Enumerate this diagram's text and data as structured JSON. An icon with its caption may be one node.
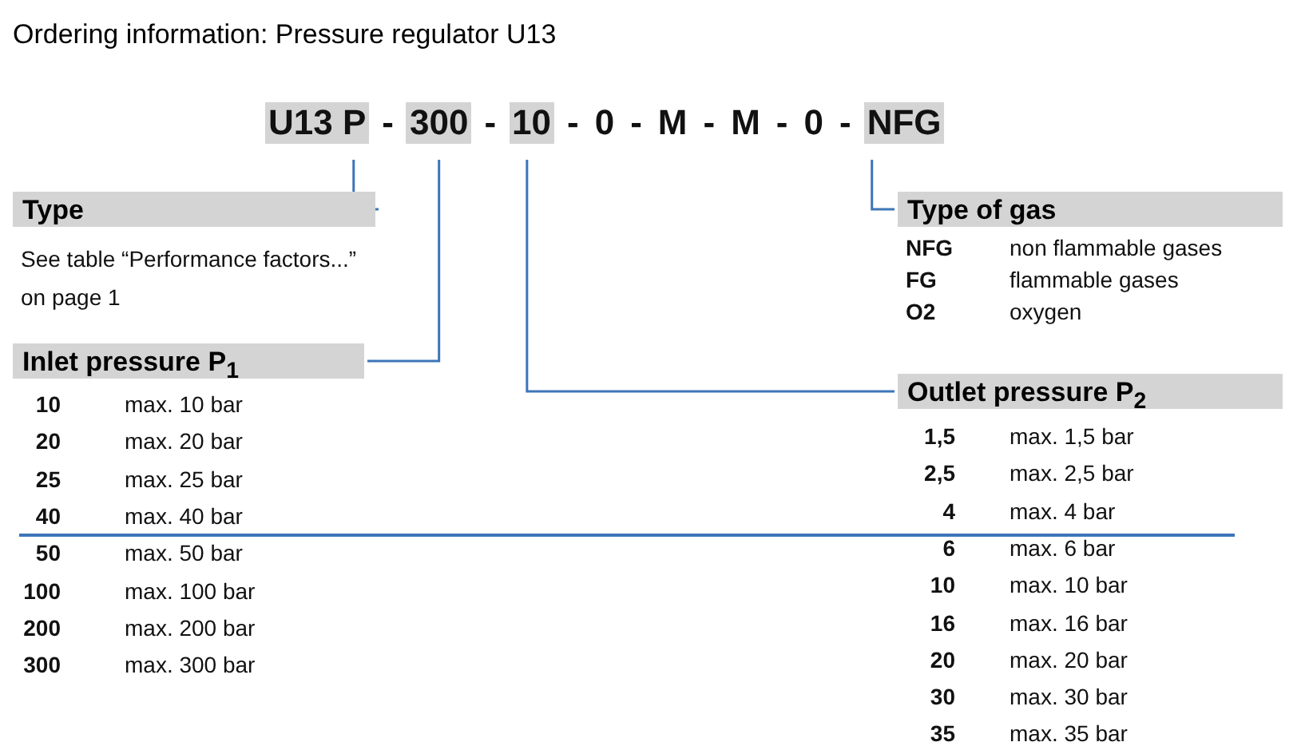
{
  "diagram": {
    "title": "Ordering information: Pressure regulator U13",
    "nodes": [
      {
        "text": [
          "U13 P"
        ]
      },
      {
        "text": [
          "300"
        ]
      },
      {
        "text": [
          "10"
        ]
      },
      {
        "text": [
          "NFG"
        ]
      },
      {
        "text": [
          "Type"
        ]
      },
      {
        "text": [
          "Type of gas"
        ]
      },
      {
        "text": [
          "Inlet pressure P$_{1}$"
        ]
      },
      {
        "text": [
          "Outlet pressure P$_{2}$"
        ]
      }
    ],
    "edges": [
      {
        "from": 0,
        "to": 4,
        "arrow": "none"
      },
      {
        "from": 1,
        "to": 6,
        "arrow": "none"
      },
      {
        "from": 2,
        "to": 7,
        "arrow": "none"
      },
      {
        "from": 3,
        "to": 5,
        "arrow": "none"
      }
    ],
    "labels": [
      "-",
      "-",
      "-",
      "0",
      "-",
      "M",
      "-",
      "M",
      "-",
      "0",
      "-",
      "See table “Performance factors...” on page 1",
      "NFG",
      "non flammable gases",
      "FG",
      "flammable  gases",
      "O2",
      "oxygen",
      "10",
      "max. 10 bar",
      "20",
      "max. 20 bar",
      "25",
      "max. 25 bar",
      "40",
      "max. 40 bar",
      "50",
      "max. 50 bar",
      "100",
      "max. 100 bar",
      "200",
      "max. 200 bar",
      "300",
      "max. 300 bar",
      "1,5",
      "max. 1,5 bar",
      "2,5",
      "max. 2,5 bar",
      "4",
      "max. 4 bar",
      "6",
      "max. 6 bar",
      "10",
      "max. 10 bar",
      "16",
      "max. 16 bar",
      "20",
      "max. 20 bar",
      "30",
      "max. 30 bar",
      "35",
      "max. 35 bar"
    ]
  }
}
